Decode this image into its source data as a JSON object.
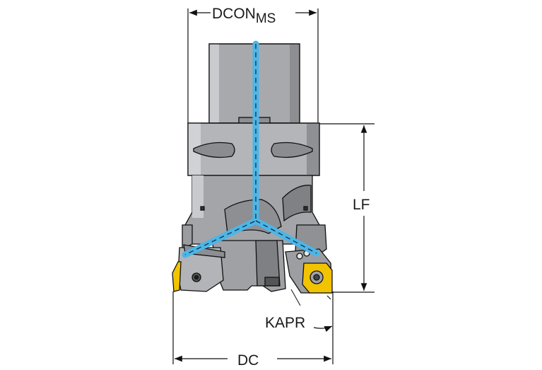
{
  "labels": {
    "dcon": "DCON",
    "dcon_sub": "MS",
    "lf": "LF",
    "kapr": "KAPR",
    "dc": "DC"
  },
  "colors": {
    "body_gray": "#a7a9ac",
    "body_light": "#c9cbce",
    "body_dark": "#7d7f83",
    "coolant_blue": "#4bb6e8",
    "insert_yellow": "#f2c300",
    "line": "#111111"
  }
}
